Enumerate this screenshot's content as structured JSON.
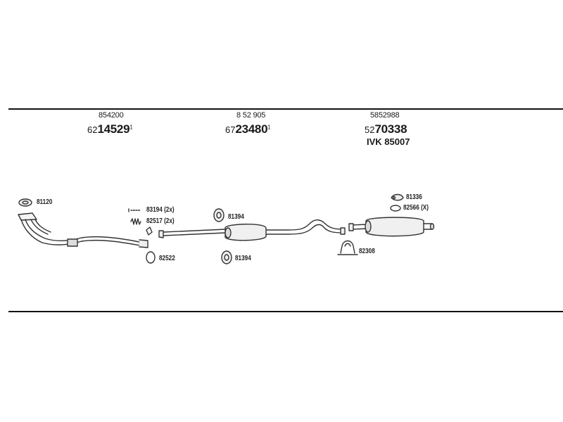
{
  "groups": [
    {
      "ref": "854200",
      "prefix": "62",
      "number": "14529",
      "mark": "1"
    },
    {
      "ref": "8 52 905",
      "prefix": "67",
      "number": "23480",
      "mark": "1"
    },
    {
      "ref": "5852988",
      "prefix": "52",
      "number": "70338",
      "mark": "",
      "extra": "IVK  85007"
    }
  ],
  "parts": {
    "gasket_front": "81120",
    "spring_bolt": "83194 (2x)",
    "spring": "82517 (2x)",
    "ring_front": "82522",
    "hanger_upper_mid": "81394",
    "hanger_lower_mid": "81394",
    "hanger_rear": "81336",
    "clamp_rear": "82566 (X)",
    "clamp_u": "82308"
  }
}
